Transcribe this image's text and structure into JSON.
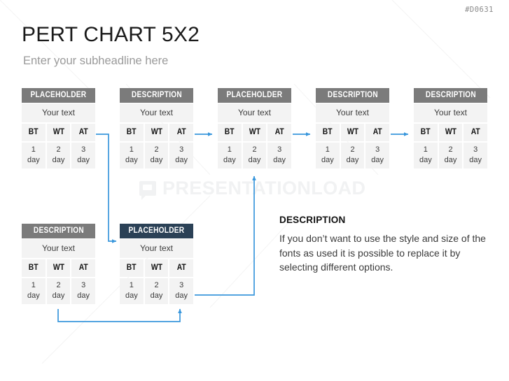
{
  "doc_code": "#D0631",
  "header": {
    "title": "PERT CHART 5X2",
    "subtitle": "Enter your subheadline here"
  },
  "watermark": {
    "text": "PRESENTATIONLOAD",
    "icon": "speech-bubble-icon"
  },
  "colors": {
    "header_gray": "#7b7b7b",
    "header_navy": "#2b4156",
    "cell_bg": "#f3f3f3",
    "connector_blue": "#3a97dc",
    "title_text": "#1a1a1a",
    "subtitle_text": "#9a9a9a",
    "watermark": "#f1f2f3"
  },
  "column_headers": [
    "BT",
    "WT",
    "AT"
  ],
  "boxes": {
    "top_row": [
      {
        "id": "box-1",
        "header": "PLACEHOLDER",
        "style": "gray",
        "subtext": "Your text",
        "cols": [
          "BT",
          "WT",
          "AT"
        ],
        "values": [
          {
            "num": "1",
            "unit": "day"
          },
          {
            "num": "2",
            "unit": "day"
          },
          {
            "num": "3",
            "unit": "day"
          }
        ]
      },
      {
        "id": "box-2",
        "header": "DESCRIPTION",
        "style": "gray",
        "subtext": "Your text",
        "cols": [
          "BT",
          "WT",
          "AT"
        ],
        "values": [
          {
            "num": "1",
            "unit": "day"
          },
          {
            "num": "2",
            "unit": "day"
          },
          {
            "num": "3",
            "unit": "day"
          }
        ]
      },
      {
        "id": "box-3",
        "header": "PLACEHOLDER",
        "style": "gray",
        "subtext": "Your text",
        "cols": [
          "BT",
          "WT",
          "AT"
        ],
        "values": [
          {
            "num": "1",
            "unit": "day"
          },
          {
            "num": "2",
            "unit": "day"
          },
          {
            "num": "3",
            "unit": "day"
          }
        ]
      },
      {
        "id": "box-4",
        "header": "DESCRIPTION",
        "style": "gray",
        "subtext": "Your text",
        "cols": [
          "BT",
          "WT",
          "AT"
        ],
        "values": [
          {
            "num": "1",
            "unit": "day"
          },
          {
            "num": "2",
            "unit": "day"
          },
          {
            "num": "3",
            "unit": "day"
          }
        ]
      },
      {
        "id": "box-5",
        "header": "DESCRIPTION",
        "style": "gray",
        "subtext": "Your text",
        "cols": [
          "BT",
          "WT",
          "AT"
        ],
        "values": [
          {
            "num": "1",
            "unit": "day"
          },
          {
            "num": "2",
            "unit": "day"
          },
          {
            "num": "3",
            "unit": "day"
          }
        ]
      }
    ],
    "bottom_row": [
      {
        "id": "box-6",
        "header": "DESCRIPTION",
        "style": "gray",
        "subtext": "Your text",
        "cols": [
          "BT",
          "WT",
          "AT"
        ],
        "values": [
          {
            "num": "1",
            "unit": "day"
          },
          {
            "num": "2",
            "unit": "day"
          },
          {
            "num": "3",
            "unit": "day"
          }
        ]
      },
      {
        "id": "box-7",
        "header": "PLACEHOLDER",
        "style": "navy",
        "subtext": "Your text",
        "cols": [
          "BT",
          "WT",
          "AT"
        ],
        "values": [
          {
            "num": "1",
            "unit": "day"
          },
          {
            "num": "2",
            "unit": "day"
          },
          {
            "num": "3",
            "unit": "day"
          }
        ]
      }
    ]
  },
  "description": {
    "title": "DESCRIPTION",
    "body": "If you don’t want to use the style and size of the fonts as used it is possible to replace it by selecting different options."
  }
}
